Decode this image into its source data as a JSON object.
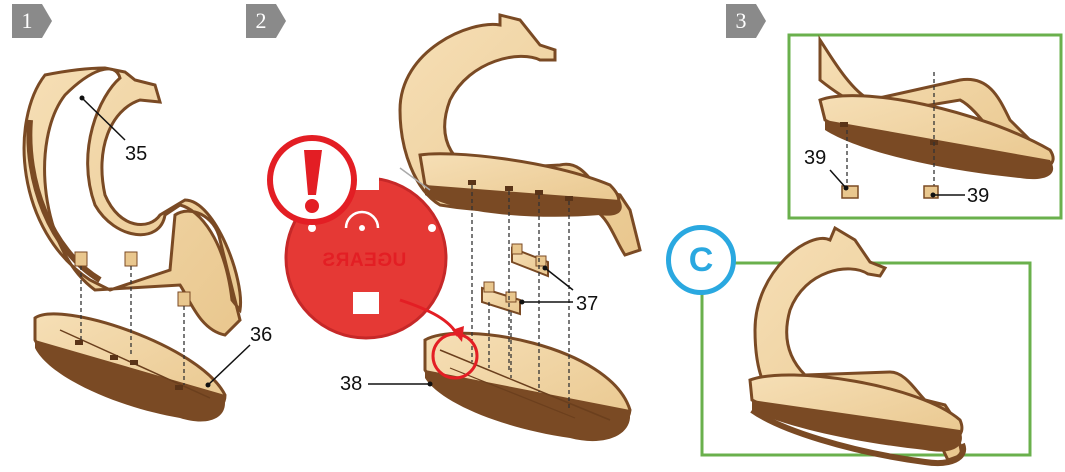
{
  "steps": [
    "1",
    "2",
    "3"
  ],
  "parts": {
    "p35": "35",
    "p36": "36",
    "p37": "37",
    "p38": "38",
    "p39a": "39",
    "p39b": "39"
  },
  "callout": {
    "letter": "C"
  },
  "warning": {
    "brand_text": "UGEARS"
  },
  "colors": {
    "wood": "#f2d6a8",
    "wood_edge": "#7a4a24",
    "warning_red": "#e31e24",
    "frame_green": "#6ab04c",
    "callout_blue": "#2aa8e0",
    "badge_gray": "#8a8a8a"
  }
}
